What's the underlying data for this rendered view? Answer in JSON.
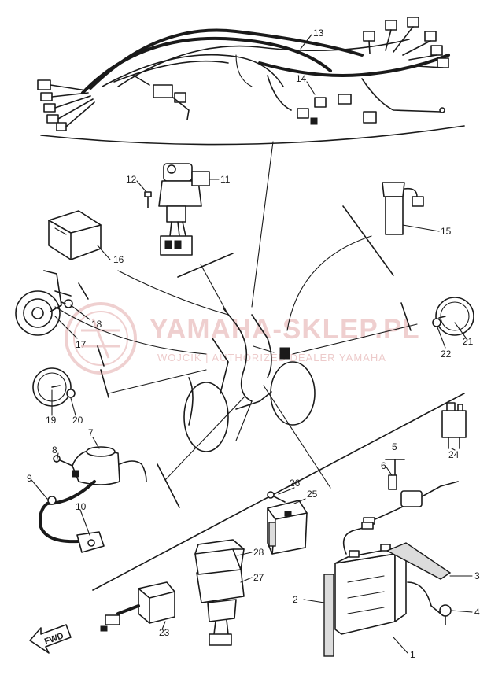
{
  "watermark": {
    "main_text": "YAMAHA-SKLEP.PL",
    "sub_text": "WOJCIK | AUTHORIZED DEALER YAMAHA"
  },
  "direction_label": "FWD",
  "parts": [
    {
      "number": "1",
      "part": "battery"
    },
    {
      "number": "2",
      "part": "battery-band"
    },
    {
      "number": "3",
      "part": "battery-cover-strap"
    },
    {
      "number": "4",
      "part": "bolt"
    },
    {
      "number": "5",
      "part": "fuse-holder-assy"
    },
    {
      "number": "6",
      "part": "fuse"
    },
    {
      "number": "7",
      "part": "ignition-coil"
    },
    {
      "number": "8",
      "part": "coil-bolt"
    },
    {
      "number": "9",
      "part": "plug-cap-joint"
    },
    {
      "number": "10",
      "part": "spark-plug-cap"
    },
    {
      "number": "11",
      "part": "main-switch"
    },
    {
      "number": "12",
      "part": "switch-screw"
    },
    {
      "number": "13",
      "part": "wire-harness"
    },
    {
      "number": "14",
      "part": "sub-lead"
    },
    {
      "number": "15",
      "part": "flasher-relay"
    },
    {
      "number": "16",
      "part": "rectifier"
    },
    {
      "number": "17",
      "part": "horn"
    },
    {
      "number": "18",
      "part": "horn-bolt"
    },
    {
      "number": "19",
      "part": "reflector-left"
    },
    {
      "number": "20",
      "part": "reflector-nut-left"
    },
    {
      "number": "21",
      "part": "reflector-right"
    },
    {
      "number": "22",
      "part": "reflector-nut-right"
    },
    {
      "number": "23",
      "part": "cdi-unit"
    },
    {
      "number": "24",
      "part": "relay"
    },
    {
      "number": "25",
      "part": "starter-relay"
    },
    {
      "number": "26",
      "part": "relay-screw"
    },
    {
      "number": "27",
      "part": "regulator"
    },
    {
      "number": "28",
      "part": "regulator-cover"
    }
  ]
}
